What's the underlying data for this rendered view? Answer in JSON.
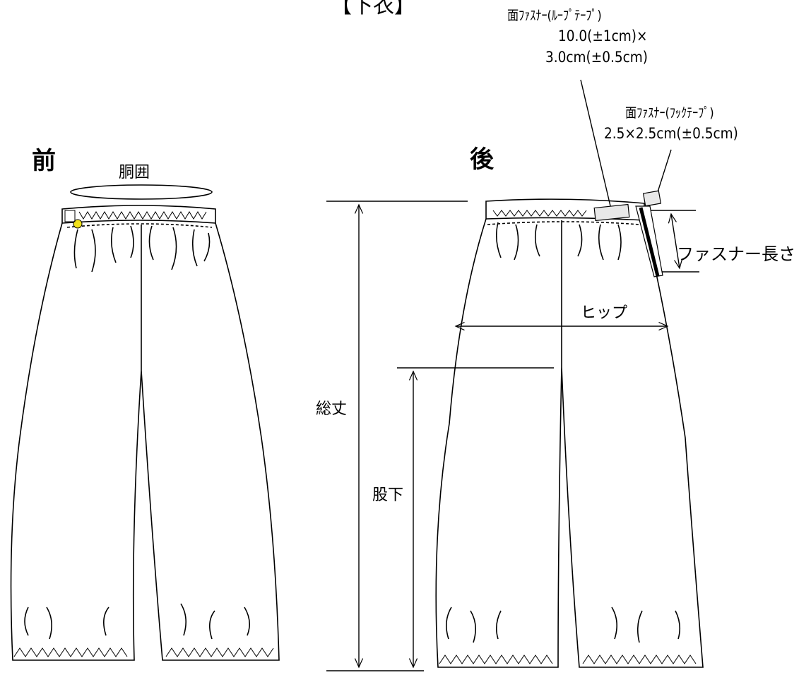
{
  "title": "【下衣】",
  "views": {
    "front": "前",
    "back": "後"
  },
  "labels": {
    "waist": "胴囲",
    "total_length": "総丈",
    "inseam": "股下",
    "hip": "ヒップ",
    "zipper_length": "ファスナー長さ"
  },
  "annotations": {
    "loop_tape": {
      "line1": "面ﾌｧｽﾅｰ(ﾙｰﾌﾟﾃｰﾌﾟ)",
      "line2": "10.0(±1cm)×",
      "line3": "3.0cm(±0.5cm)"
    },
    "hook_tape": {
      "line1": "面ﾌｧｽﾅｰ(ﾌｯｸﾃｰﾌﾟ)",
      "line2": "2.5×2.5cm(±0.5cm)"
    }
  },
  "colors": {
    "line": "#000000",
    "button": "#f2e21a",
    "tape_fill": "#e8e8e8"
  }
}
